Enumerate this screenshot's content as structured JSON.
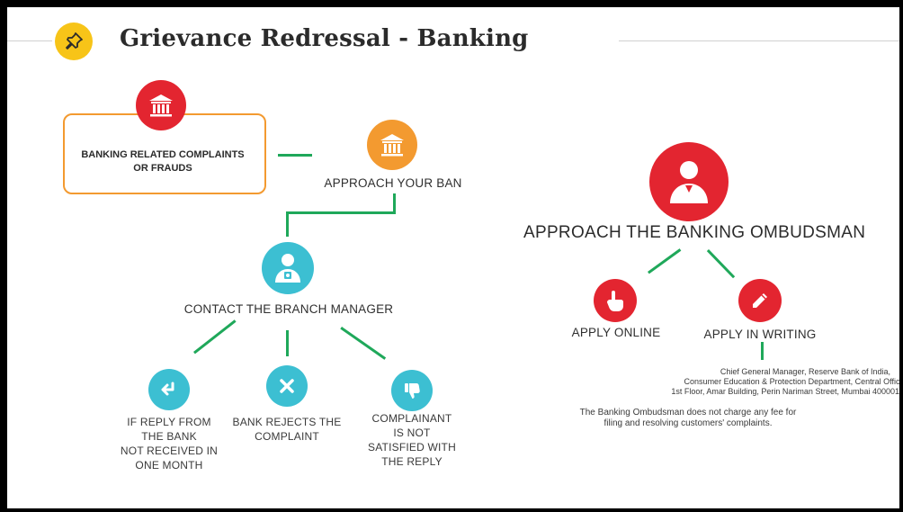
{
  "title": "Grievance Redressal - Banking",
  "icons": {
    "header": "pushpin-icon",
    "complaints": "bank-icon",
    "approach_bank": "bank-icon",
    "branch_manager": "person-icon",
    "ombudsman": "person-icon",
    "no_reply": "reply-arrow-icon",
    "rejects": "close-x-icon",
    "not_satisfied": "thumbs-down-icon",
    "online": "pointer-hand-icon",
    "writing": "pencil-icon"
  },
  "colors": {
    "red": "#e32530",
    "orange": "#f39a30",
    "teal": "#3cbfd2",
    "green": "#1fa85a",
    "yellow": "#f7c418"
  },
  "nodes": {
    "complaints_line1": "BANKING RELATED COMPLAINTS",
    "complaints_line2": "OR FRAUDS",
    "approach_bank": "APPROACH YOUR BAN",
    "branch_manager": "CONTACT THE BRANCH MANAGER",
    "no_reply": [
      "IF REPLY FROM",
      "THE BANK",
      "NOT RECEIVED IN",
      "ONE MONTH"
    ],
    "rejects": [
      "BANK REJECTS THE",
      "COMPLAINT"
    ],
    "not_satisfied": [
      "COMPLAINANT",
      "IS NOT",
      "SATISFIED WITH",
      "THE REPLY"
    ],
    "ombudsman": "APPROACH THE BANKING OMBUDSMAN",
    "online": "APPLY ONLINE",
    "writing": "APPLY IN WRITING"
  },
  "address": [
    "Chief General Manager, Reserve Bank of India,",
    "Consumer Education & Protection Department, Central Office,",
    "1st Floor, Amar Building, Perin Nariman Street, Mumbai 400001"
  ],
  "note": [
    "The Banking Ombudsman does not charge any fee for",
    "filing and resolving customers' complaints."
  ]
}
